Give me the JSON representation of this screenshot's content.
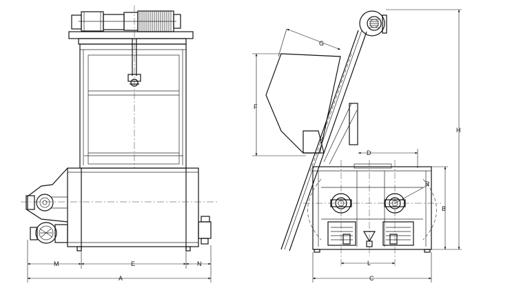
{
  "dimension_labels": {
    "A": "A",
    "B": "B",
    "C": "C",
    "D": "D",
    "E": "E",
    "F": "F",
    "G": "G",
    "H": "H",
    "L": "L",
    "M": "M",
    "N": "N",
    "R": "R"
  },
  "colors": {
    "line": "#111111",
    "background": "#ffffff"
  }
}
